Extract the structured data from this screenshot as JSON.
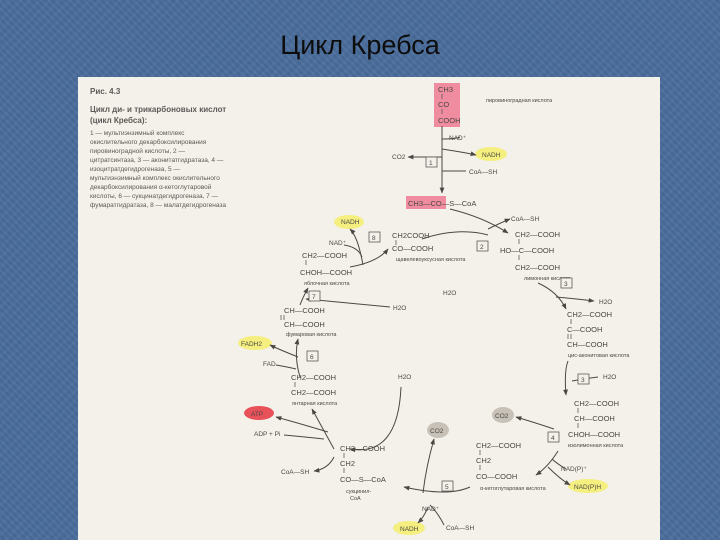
{
  "slide": {
    "title": "Цикл Кребса"
  },
  "figure": {
    "label": "Рис. 4.3",
    "caption": "Цикл ди- и трикарбоновых кислот (цикл Кребса):",
    "legend": "1 — мультиэнзимный комплекс окислительного декарбоксилирования пировиноградной кислоты, 2 — цитратсинтаза, 3 — аконитатгидратаза, 4 — изоцитратдегидрогеназа, 5 — мультиэнзимный комплекс окислительного декарбоксилирования α-кетоглутаровой кислоты, 6 — сукцинатдегидрогеназа, 7 — фумаратгидратаза, 8 — малатдегидрогеназа"
  },
  "diagram": {
    "pyruvate": {
      "c1": "CH3",
      "c2": "CO",
      "c3": "COOH",
      "name": "пировиноградная кислота"
    },
    "nad_top": "NAD⁺",
    "nadh_top": "NADH",
    "co2_top": "CO2",
    "coa_sh_top": "CoA—SH",
    "acetyl_coa": "CH3—CO—S—CoA",
    "oxaloacetate": {
      "c1": "CH2COOH",
      "c2": "CO—COOH",
      "name": "щавелевоуксусная кислота"
    },
    "malate": {
      "c1": "CH2—COOH",
      "c2": "CHOH—COOH",
      "name": "яблочная кислота"
    },
    "nadh_malate": "NADH",
    "nad_malate": "NAD⁺",
    "coa_sh_citrate": "CoA—SH",
    "citrate": {
      "c1": "CH2—COOH",
      "c2": "HO—C—COOH",
      "c3": "CH2—COOH",
      "name": "лимонная кислота"
    },
    "h2o_fumarate": "H2O",
    "h2o_citrate": "H2O",
    "h2o_aconitate": "H2O",
    "h2o_succinyl": "H2O",
    "fumarate": {
      "c1": "CH—COOH",
      "c2": "CH—COOH",
      "name": "фумаровая кислота"
    },
    "aconitate": {
      "c1": "CH2—COOH",
      "c2": "C—COOH",
      "c3": "CH—COOH",
      "name": "цис-аконитовая кислота"
    },
    "fadh2": "FADH2",
    "fad": "FAD",
    "succinate": {
      "c1": "CH2—COOH",
      "c2": "CH2—COOH",
      "name": "янтарная кислота"
    },
    "isocitrate": {
      "c1": "CH2—COOH",
      "c2": "CH—COOH",
      "c3": "CHOH—COOH",
      "name": "изолимонная кислота"
    },
    "atp": "ATP",
    "adp": "ADP + Pi",
    "coa_sh_succinate": "CoA—SH",
    "co2_isocitrate": "CO2",
    "co2_ketoglutarate": "CO2",
    "succinyl_coa": {
      "c1": "CH2—COOH",
      "c2": "CH2",
      "c3": "CO—S—CoA",
      "name1": "сукцинил-",
      "name2": "CoA"
    },
    "ketoglutarate": {
      "c1": "CH2—COOH",
      "c2": "CH2",
      "c3": "CO—COOH",
      "name": "α-кетоглутаровая кислота"
    },
    "nadp": "NAD(P)⁺",
    "nadph": "NAD(P)H",
    "nadh_bottom": "NADH",
    "nad_bottom": "NAD⁺",
    "coa_sh_bottom": "CoA—SH",
    "enzymes": [
      "1",
      "2",
      "3",
      "3",
      "4",
      "5",
      "6",
      "7",
      "8"
    ],
    "colors": {
      "pink": "#f08ca0",
      "yellow": "#f5ef80",
      "red": "#e8505a",
      "gray": "#c7c1b8",
      "slide_bg": "#4a6d9d"
    }
  }
}
